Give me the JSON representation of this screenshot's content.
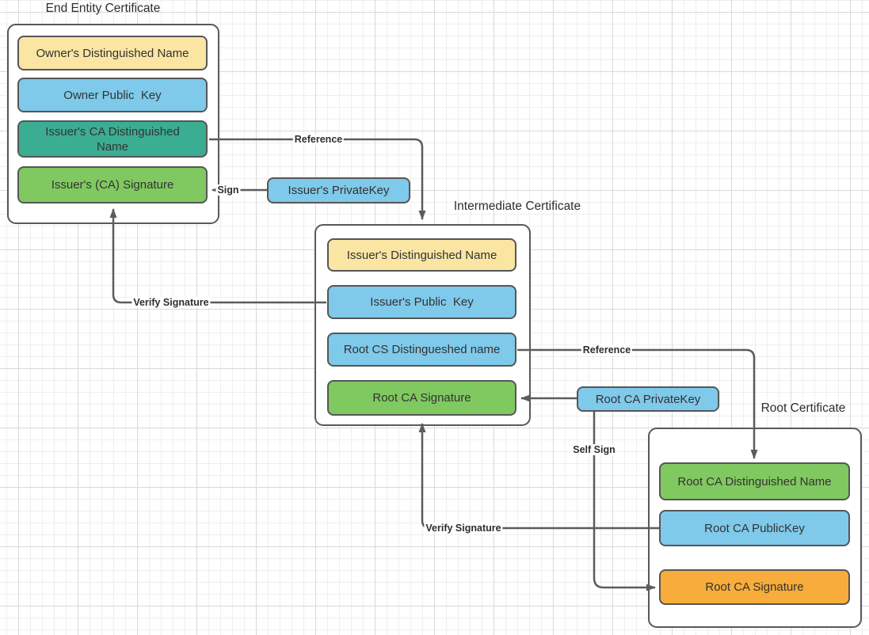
{
  "diagram": {
    "groups": {
      "end_entity": {
        "title": "End Entity Certificate",
        "fields": [
          {
            "label": "Owner's Distinguished Name",
            "color": "cream"
          },
          {
            "label": "Owner Public  Key",
            "color": "blue"
          },
          {
            "label": "Issuer's CA Distinguished Name",
            "color": "teal"
          },
          {
            "label": "Issuer's (CA) Signature",
            "color": "green"
          }
        ]
      },
      "intermediate": {
        "title": "Intermediate Certificate",
        "fields": [
          {
            "label": "Issuer's Distinguished Name",
            "color": "cream"
          },
          {
            "label": "Issuer's Public  Key",
            "color": "blue"
          },
          {
            "label": "Root CS Distingueshed name",
            "color": "blue"
          },
          {
            "label": "Root CA Signature",
            "color": "green"
          }
        ]
      },
      "root": {
        "title": "Root Certificate",
        "fields": [
          {
            "label": "Root CA Distinguished Name",
            "color": "green"
          },
          {
            "label": "Root CA PublicKey",
            "color": "blue"
          },
          {
            "label": "Root CA Signature",
            "color": "orange"
          }
        ]
      }
    },
    "keys": {
      "issuer_private": {
        "label": "Issuer's PrivateKey",
        "color": "blue"
      },
      "root_private": {
        "label": "Root CA PrivateKey",
        "color": "blue"
      }
    },
    "arrow_labels": {
      "reference_top": "Reference",
      "sign": "Sign",
      "verify_left": "Verify Signature",
      "reference_right": "Reference",
      "self_sign": "Self Sign",
      "verify_bottom": "Verify Signature"
    },
    "palette": {
      "cream": "#FAE5A3",
      "blue": "#7FC9EA",
      "teal": "#3BAD92",
      "green": "#80C860",
      "orange": "#F7AC3B",
      "connector": "#5c5c5c",
      "text": "#333333"
    }
  }
}
